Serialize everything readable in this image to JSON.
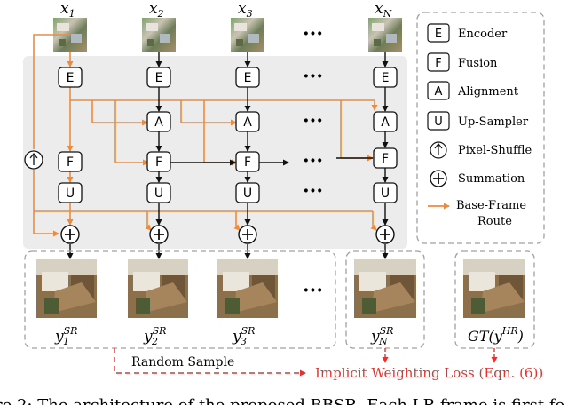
{
  "inputs": [
    {
      "base": "x",
      "sub": "1"
    },
    {
      "base": "x",
      "sub": "2"
    },
    {
      "base": "x",
      "sub": "3"
    },
    {
      "base": "x",
      "sub": "N"
    }
  ],
  "ellipsis": "···",
  "modules": {
    "encoder": "E",
    "fusion": "F",
    "alignment": "A",
    "upsampler": "U"
  },
  "legend": {
    "items": [
      {
        "symbol": "E",
        "label": "Encoder"
      },
      {
        "symbol": "F",
        "label": "Fusion"
      },
      {
        "symbol": "A",
        "label": "Alignment"
      },
      {
        "symbol": "U",
        "label": "Up-Sampler"
      },
      {
        "symbol": "↑",
        "label": "Pixel-Shuffle"
      },
      {
        "symbol": "+",
        "label": "Summation"
      }
    ],
    "route_line1": "Base-Frame",
    "route_line2": "Route"
  },
  "outputs": [
    {
      "base": "y",
      "sub": "1",
      "sup": "SR"
    },
    {
      "base": "y",
      "sub": "2",
      "sup": "SR"
    },
    {
      "base": "y",
      "sub": "3",
      "sup": "SR"
    },
    {
      "base": "y",
      "sub": "N",
      "sup": "SR"
    }
  ],
  "gt_label": "GT(y",
  "gt_sup": "HR",
  "gt_close": ")",
  "random_sample": "Random Sample",
  "loss_label": "Implicit Weighting Loss (Eqn. (6))",
  "caption_fragment": "re 2: The architecture of the proposed BBSR. Each LR frame is first fe",
  "colors": {
    "orange": "#ee8a3c",
    "red": "#e8312c",
    "panel": "#ececec",
    "dash": "#a0a0a0"
  }
}
